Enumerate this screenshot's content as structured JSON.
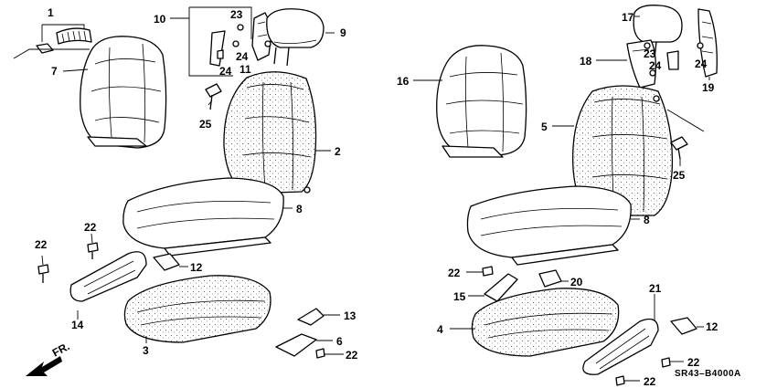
{
  "diagram": {
    "code": "SR43–B4000A",
    "direction_label": "FR.",
    "part_numbers": [
      "1",
      "2",
      "3",
      "4",
      "5",
      "6",
      "7",
      "8",
      "9",
      "10",
      "11",
      "12",
      "13",
      "14",
      "15",
      "16",
      "17",
      "18",
      "19",
      "20",
      "21",
      "22",
      "23",
      "24",
      "25"
    ]
  }
}
